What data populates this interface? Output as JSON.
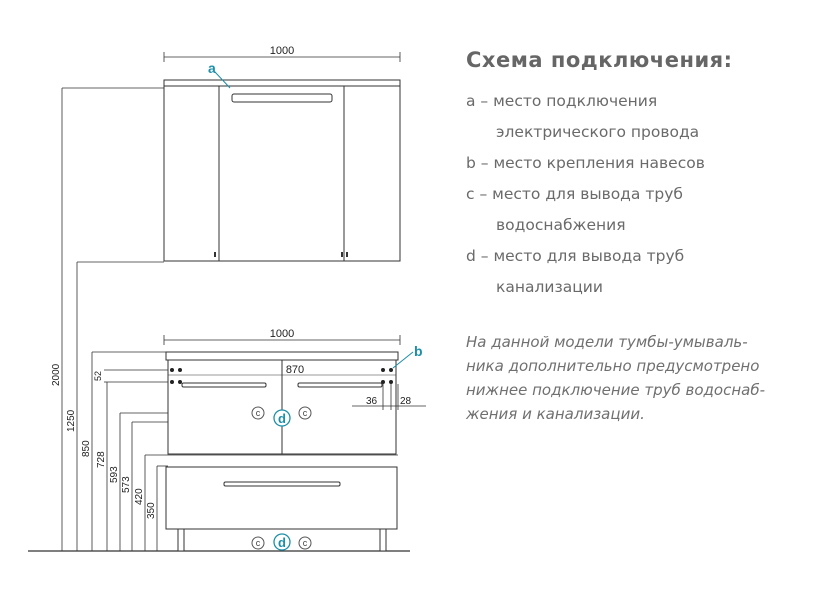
{
  "legend": {
    "title": "Схема подключения:",
    "items": [
      {
        "key": "a",
        "line1": "a – место подключения",
        "line2": "электрического провода"
      },
      {
        "key": "b",
        "line1": "b – место крепления навесов",
        "line2": ""
      },
      {
        "key": "c",
        "line1": "c –  место для вывода труб",
        "line2": "водоснабжения"
      },
      {
        "key": "d",
        "line1": "d – место для вывода труб",
        "line2": "канализации"
      }
    ]
  },
  "note": {
    "lines": [
      "На данной модели тумбы-умываль-",
      "ника  дополнительно предусмотрено",
      "нижнее подключение труб водоснаб-",
      "жения и канализации."
    ]
  },
  "dimensions": {
    "mirror_width": "1000",
    "cabinet_width": "1000",
    "inner_width": "870",
    "offset_right_1": "36",
    "offset_right_2": "28",
    "heights": [
      "2000",
      "1250",
      "850",
      "728",
      "593",
      "573",
      "420",
      "350",
      "52"
    ]
  },
  "markers": {
    "a": "a",
    "b": "b",
    "c": "c",
    "d": "d"
  },
  "colors": {
    "accent": "#1d8fa8",
    "text": "#6b6b6b",
    "line": "#333333"
  }
}
